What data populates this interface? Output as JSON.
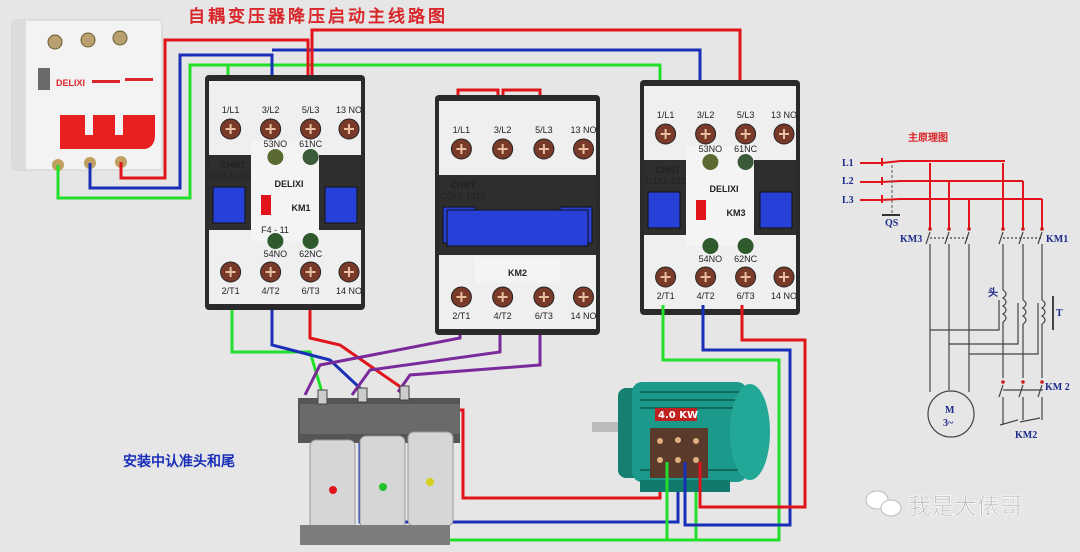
{
  "title": "自耦变压器降压启动主线路图",
  "breaker": {
    "brand": "DELIXI"
  },
  "contactors": [
    {
      "id": "km1",
      "name": "KM1",
      "maker": "CHNT",
      "model": "CJX2-1810",
      "brand": "DELIXI",
      "aux_top": [
        "53NO",
        "61NC"
      ],
      "aux_bottom": [
        "54NO",
        "62NC"
      ],
      "aux_module": "F4 - 11",
      "top_terminals": [
        "1/L1",
        "3/L2",
        "5/L3",
        "13 NO"
      ],
      "bottom_terminals": [
        "2/T1",
        "4/T2",
        "6/T3",
        "14 NO"
      ]
    },
    {
      "id": "km2",
      "name": "KM2",
      "maker": "CHNT",
      "model": "CJX2-1810",
      "top_terminals": [
        "1/L1",
        "3/L2",
        "5/L3",
        "13 NO"
      ],
      "bottom_terminals": [
        "2/T1",
        "4/T2",
        "6/T3",
        "14 NO"
      ]
    },
    {
      "id": "km3",
      "name": "KM3",
      "maker": "CHNT",
      "model": "CJX2-1810",
      "brand": "DELIXI",
      "aux_top": [
        "53NO",
        "61NC"
      ],
      "aux_bottom": [
        "54NO",
        "62NC"
      ],
      "top_terminals": [
        "1/L1",
        "3/L2",
        "5/L3",
        "13 NO"
      ],
      "bottom_terminals": [
        "2/T1",
        "4/T2",
        "6/T3",
        "14 NO"
      ]
    }
  ],
  "motor": {
    "rating": "4.0 KW"
  },
  "transformer_note": "安装中认准头和尾",
  "schematic": {
    "title": "主原理图",
    "lines": [
      "L1",
      "L2",
      "L3"
    ],
    "switch": "QS",
    "km3": "KM3",
    "km1": "KM1",
    "km2_upper": "KM 2",
    "km2_lower": "KM2",
    "head": "头",
    "transformer": "T",
    "motor_label": "M",
    "motor_phase": "3~"
  },
  "watermark": "我是大俵哥",
  "colors": {
    "red": "#e0141a",
    "blue": "#1a2fb8",
    "green": "#22e02a",
    "purple": "#7a2a9a",
    "teal": "#1b9a8c",
    "title": "#d8262a"
  }
}
